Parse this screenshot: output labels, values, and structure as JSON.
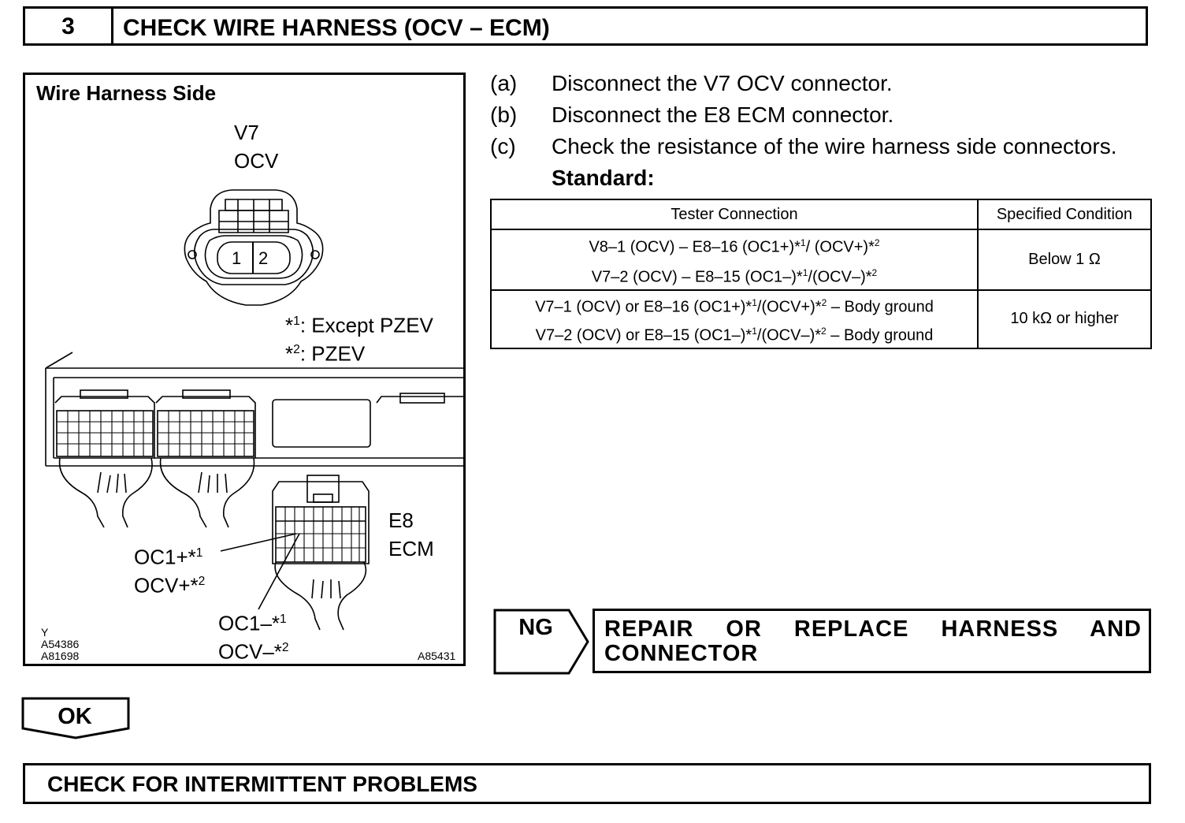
{
  "header": {
    "step_number": "3",
    "title": "CHECK WIRE HARNESS (OCV – ECM)"
  },
  "illustration": {
    "title": "Wire Harness Side",
    "v7_code": "V7",
    "v7_name": "OCV",
    "pin1": "1",
    "pin2": "2",
    "note1_mark": "*",
    "note1_sup": "1",
    "note1_text": ": Except PZEV",
    "note2_mark": "*",
    "note2_sup": "2",
    "note2_text": ": PZEV",
    "e8_code": "E8",
    "e8_name": "ECM",
    "oc1p_label": "OC1+*",
    "oc1p_sup": "1",
    "ocvp_label": "OCV+*",
    "ocvp_sup": "2",
    "oc1m_label": "OC1–*",
    "oc1m_sup": "1",
    "ocvm_label": "OCV–*",
    "ocvm_sup": "2",
    "code_y": "Y",
    "code_1": "A54386",
    "code_2": "A81698",
    "code_3": "A85431"
  },
  "procedure": {
    "steps": [
      {
        "letter": "(a)",
        "text": "Disconnect the V7 OCV connector."
      },
      {
        "letter": "(b)",
        "text": "Disconnect the E8 ECM connector."
      },
      {
        "letter": "(c)",
        "text": "Check the resistance of the wire harness side connectors."
      }
    ],
    "standard_label": "Standard:"
  },
  "spec_table": {
    "headers": [
      "Tester Connection",
      "Specified Condition"
    ],
    "row1": {
      "line1_a": "V8–1 (OCV) – E8–16 (OC1+)*",
      "line1_s1": "1",
      "line1_b": "/ (OCV+)*",
      "line1_s2": "2",
      "line2_a": "V7–2 (OCV) – E8–15 (OC1–)*",
      "line2_s1": "1",
      "line2_b": "/(OCV–)*",
      "line2_s2": "2",
      "condition": "Below 1 Ω"
    },
    "row2": {
      "line1_a": "V7–1 (OCV) or E8–16 (OC1+)*",
      "line1_s1": "1",
      "line1_b": "/(OCV+)*",
      "line1_s2": "2",
      "line1_c": " – Body ground",
      "line2_a": "V7–2 (OCV) or E8–15 (OC1–)*",
      "line2_s1": "1",
      "line2_b": "/(OCV–)*",
      "line2_s2": "2",
      "line2_c": " – Body ground",
      "condition": "10 kΩ or higher"
    }
  },
  "ng": {
    "label": "NG",
    "action_line1": "REPAIR OR REPLACE HARNESS AND",
    "action_line2": "CONNECTOR"
  },
  "ok": {
    "label": "OK"
  },
  "next_step": "CHECK FOR INTERMITTENT PROBLEMS"
}
